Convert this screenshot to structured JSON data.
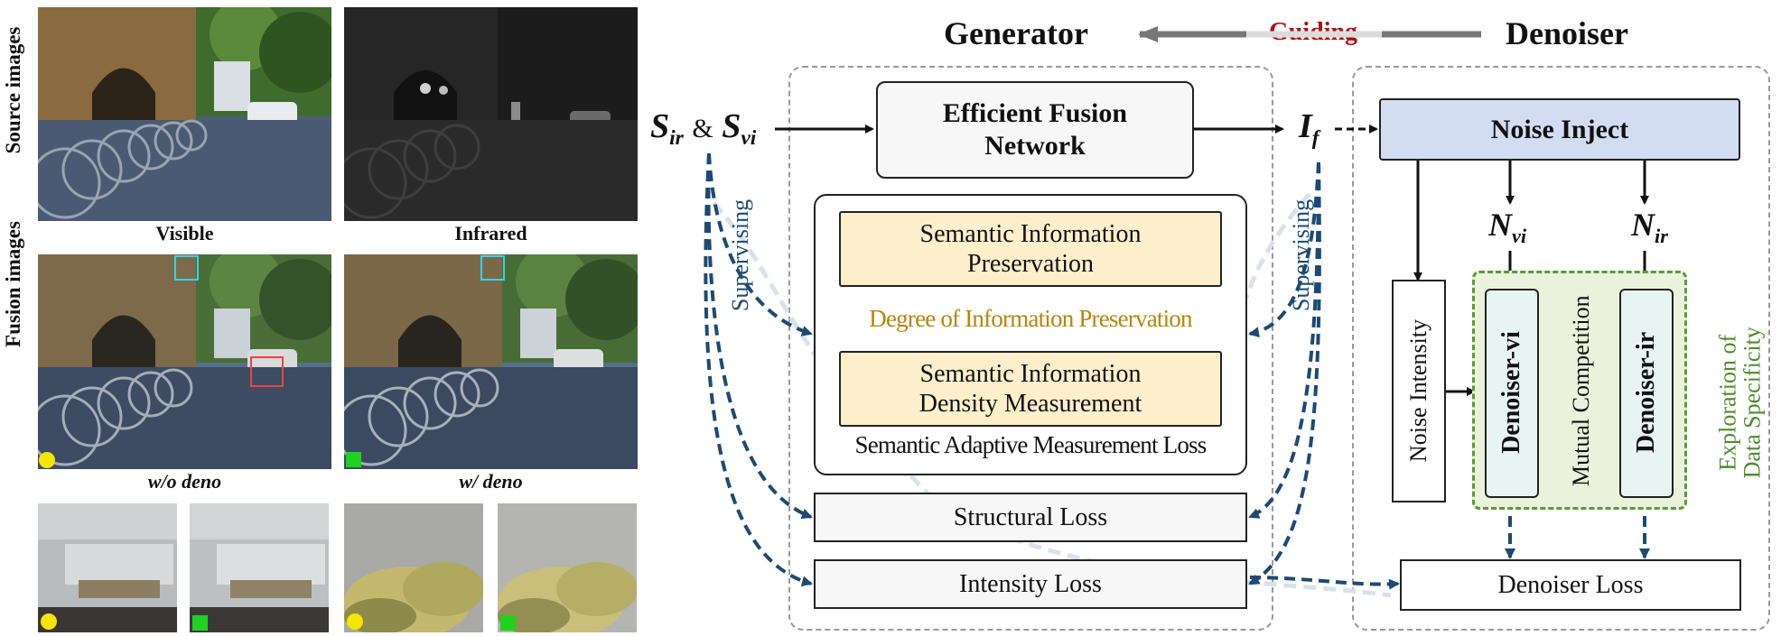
{
  "left_panel": {
    "row_labels": {
      "source": "Source images",
      "fusion": "Fusion images"
    },
    "captions": {
      "visible": "Visible",
      "infrared": "Infrared",
      "without_deno": "w/o deno",
      "with_deno": "w/ deno"
    },
    "marker_colors": {
      "without_deno": "#f5e600",
      "with_deno": "#1ed21e"
    }
  },
  "header": {
    "generator": "Generator",
    "guiding": "Guiding",
    "denoiser": "Denoiser",
    "guiding_color": "#b01010"
  },
  "inputs": {
    "s_base": "S",
    "s_ir_sub": "ir",
    "amp": "&",
    "s_vi_sub": "vi",
    "i_base": "I",
    "i_sub": "f"
  },
  "generator": {
    "fusion_network": [
      "Efficient Fusion",
      "Network"
    ],
    "sem_preservation": [
      "Semantic Information",
      "Preservation"
    ],
    "degree": "Degree of Information Preservation",
    "sem_density": [
      "Semantic Information",
      "Density Measurement"
    ],
    "sam_loss": "Semantic Adaptive Measurement Loss",
    "structural_loss": "Structural Loss",
    "intensity_loss": "Intensity Loss"
  },
  "side_labels": {
    "supervising_left": "Supervising",
    "supervising_right": "Supervising"
  },
  "denoiser": {
    "noise_inject": "Noise Inject",
    "n_base": "N",
    "n_vi_sub": "vi",
    "n_ir_sub": "ir",
    "noise_intensity": "Noise Intensity",
    "denoiser_vi": "Denoiser-vi",
    "mutual_competition": "Mutual Competition",
    "denoiser_ir": "Denoiser-ir",
    "exploration": [
      "Exploration of",
      "Data Specificity"
    ],
    "denoiser_loss": "Denoiser Loss"
  },
  "colors": {
    "supervise_arrow": "#1d4a73",
    "degree_text": "#b8860b",
    "exploration_text": "#4f8a2e",
    "noise_inject_fill": "#d3ddf1",
    "green_region_border": "#5a9a3a",
    "green_region_fill": "#ebf2dc",
    "denoiser_fill": "#e8f4f2",
    "sem_fill": "#fdefcb"
  }
}
